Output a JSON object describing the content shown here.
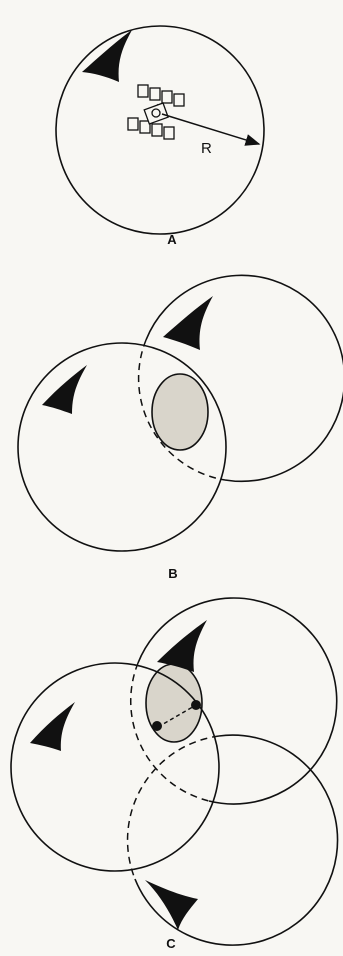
{
  "panels": {
    "a": {
      "label": "A",
      "radius_label": "R"
    },
    "b": {
      "label": "B"
    },
    "c": {
      "label": "C"
    }
  },
  "colors": {
    "line": "#111111",
    "overlap_fill": "#d9d5cb",
    "background": "#f8f7f3"
  },
  "icons": [
    "satellite-icon",
    "shark-fin-icon"
  ]
}
